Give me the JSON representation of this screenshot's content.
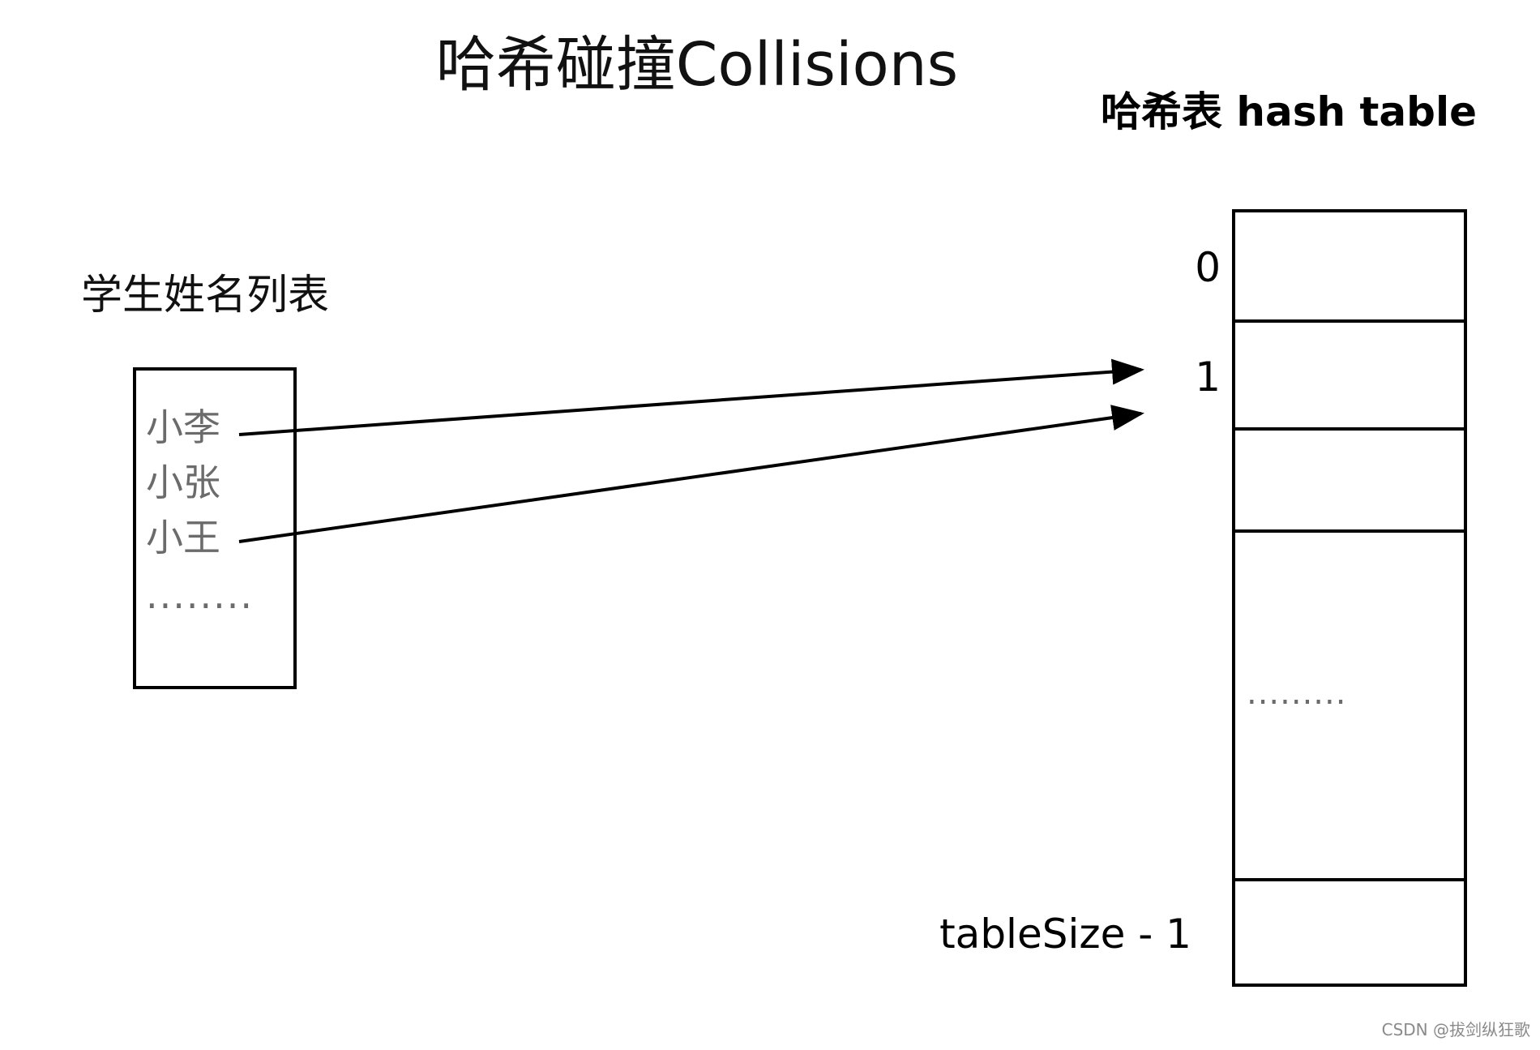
{
  "title": "哈希碰撞Collisions",
  "hash_table": {
    "heading": "哈希表 hash table",
    "index_labels": [
      "0",
      "1",
      "tableSize - 1"
    ],
    "ellipsis": "........."
  },
  "student_list": {
    "heading": "学生姓名列表",
    "names": [
      "小李",
      "小张",
      "小王",
      "........"
    ]
  },
  "arrows": [
    {
      "from": "小李",
      "to": "1"
    },
    {
      "from": "小王",
      "to": "1"
    }
  ],
  "watermark": "CSDN @拔剑纵狂歌"
}
